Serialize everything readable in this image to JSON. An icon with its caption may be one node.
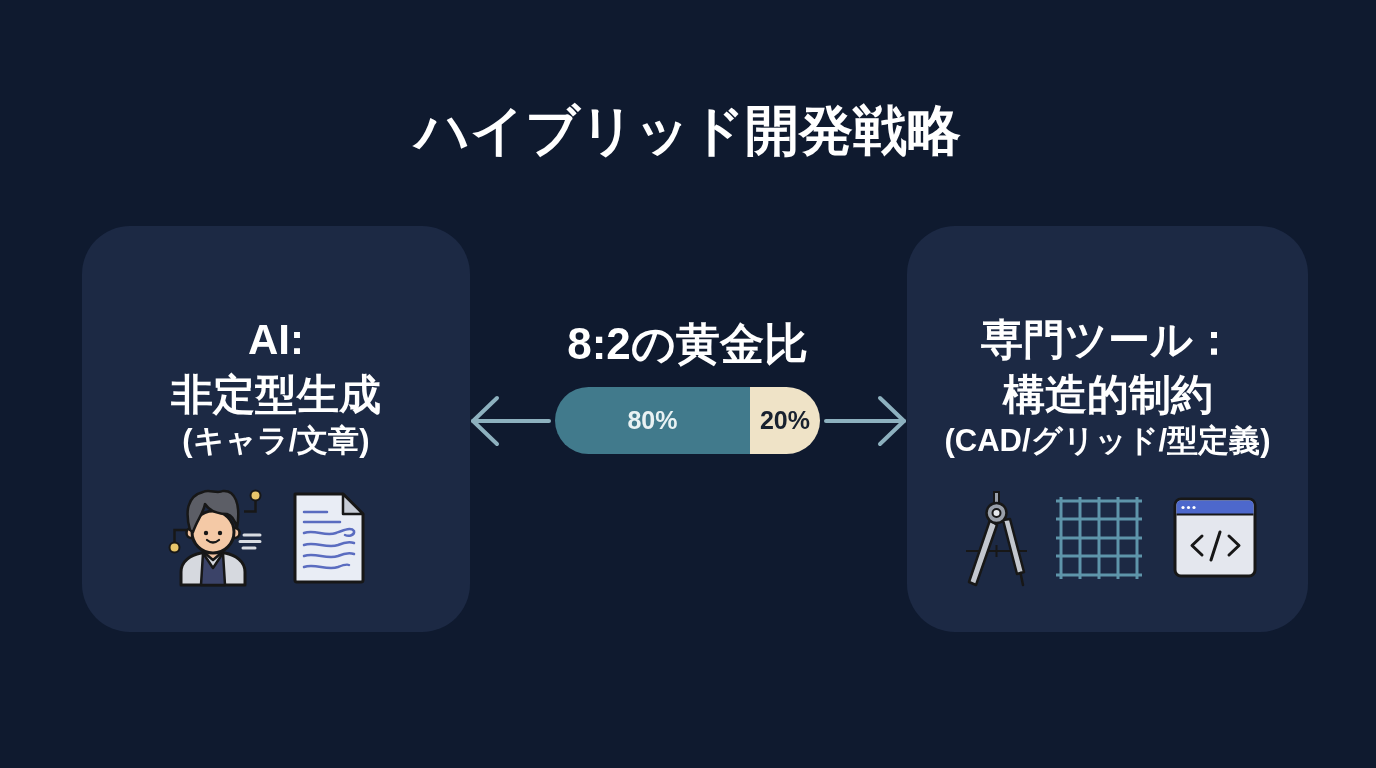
{
  "diagram": {
    "title": "ハイブリッド開発戦略",
    "nodes": [
      {
        "text": [
          "AI: 非定型生成",
          "(キャラ/文章)"
        ]
      },
      {
        "text": [
          "8:2の黄金比"
        ]
      },
      {
        "text": [
          "80%"
        ],
        "in": 1
      },
      {
        "text": [
          "20%"
        ],
        "in": 1
      },
      {
        "text": [
          "専門ツール：構造的制約",
          "(CAD/グリッド/型定義)"
        ]
      }
    ],
    "edges": [
      {
        "from": 1,
        "to": 0,
        "arrow": "to"
      },
      {
        "from": 1,
        "to": 4,
        "arrow": "to"
      }
    ]
  }
}
